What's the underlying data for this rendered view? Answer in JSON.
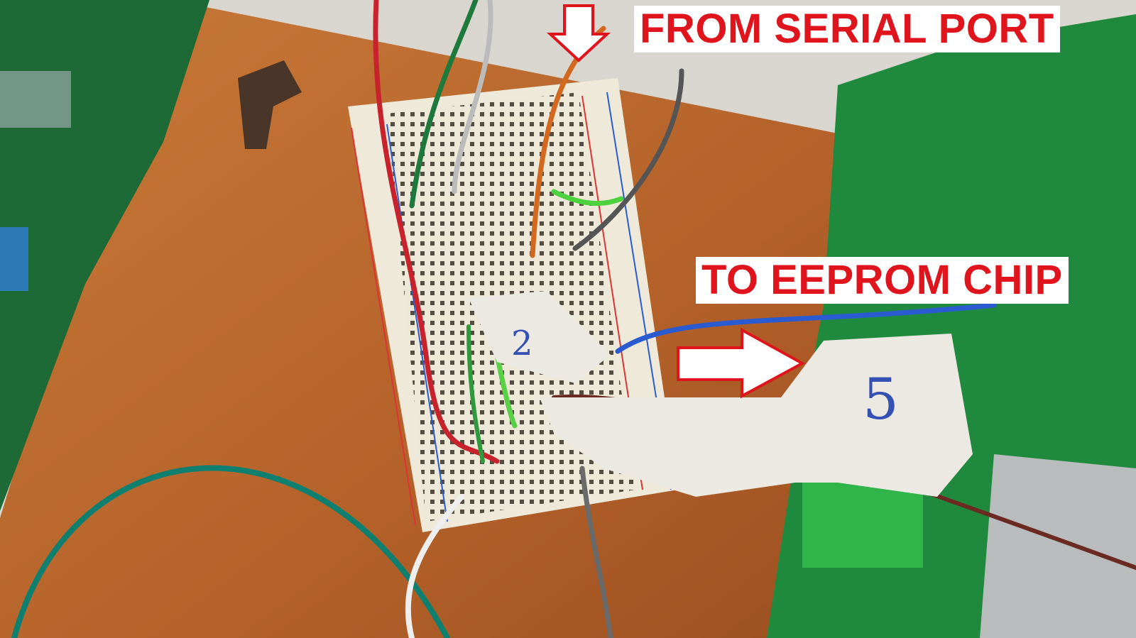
{
  "annotations": {
    "from_serial_port": "FROM SERIAL PORT",
    "to_eeprom_chip": "TO EEPROM CHIP"
  },
  "tape_marks": {
    "left_tape": "2",
    "right_tape": "5"
  },
  "colors": {
    "label_text": "#e0141c",
    "label_background": "#ffffff",
    "arrow_fill": "#ffffff",
    "arrow_outline": "#e0141c",
    "wood": "#b8662a",
    "pcb": "#1f7a3a"
  }
}
